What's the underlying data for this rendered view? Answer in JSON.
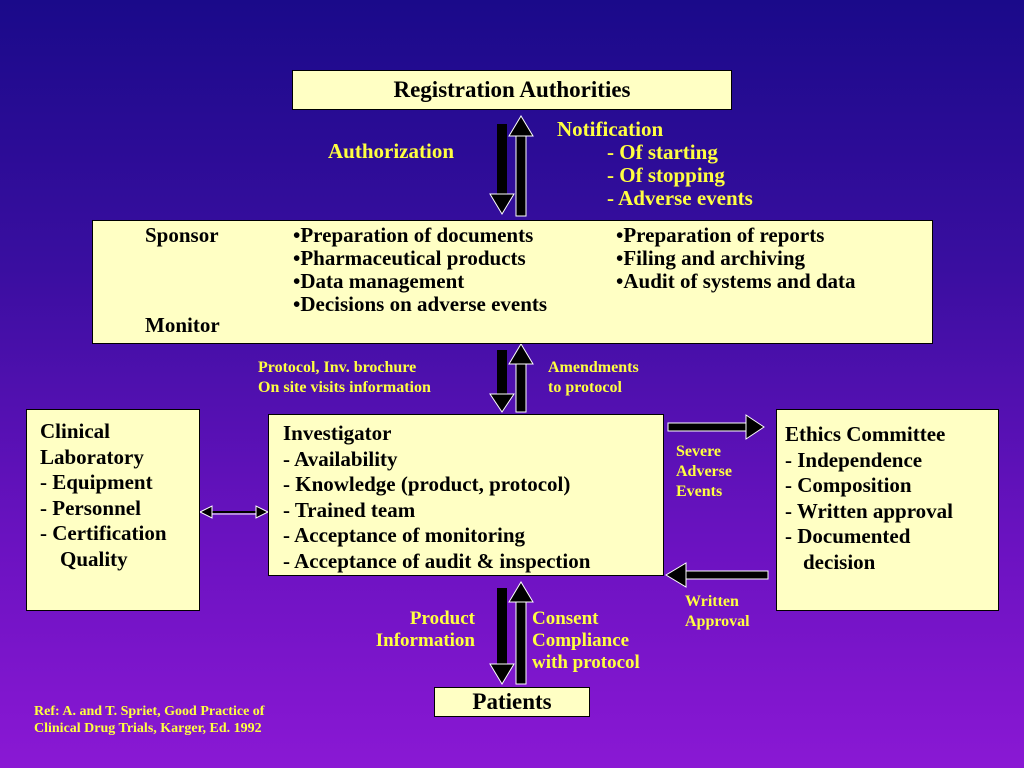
{
  "registration": {
    "title": "Registration Authorities"
  },
  "authorization": "Authorization",
  "notification": {
    "title": "Notification",
    "items": [
      "-  Of starting",
      "-  Of stopping",
      "-  Adverse events"
    ]
  },
  "sponsor_box": {
    "sponsor": "Sponsor",
    "monitor": "Monitor",
    "col1": [
      "•Preparation of documents",
      "•Pharmaceutical products",
      "•Data management",
      "•Decisions on adverse events"
    ],
    "col2": [
      "•Preparation of reports",
      "•Filing and archiving",
      "•Audit of systems and data"
    ]
  },
  "protocol_info": [
    "Protocol,  Inv.  brochure",
    "On site visits information"
  ],
  "amendments": [
    "Amendments",
    "to protocol"
  ],
  "lab": {
    "lines": [
      "Clinical",
      "Laboratory",
      "-  Equipment",
      "-  Personnel",
      "-  Certification",
      "   Quality"
    ]
  },
  "investigator": {
    "lines": [
      "Investigator",
      "-  Availability",
      "-  Knowledge (product, protocol)",
      "-  Trained team",
      "-  Acceptance of monitoring",
      "-  Acceptance of audit & inspection"
    ]
  },
  "severe_events": [
    "Severe",
    "Adverse",
    "Events"
  ],
  "ethics": {
    "lines": [
      "Ethics Committee",
      "-  Independence",
      "-  Composition",
      "-  Written approval",
      "-  Documented",
      "   decision"
    ]
  },
  "written_approval": [
    "Written",
    "Approval"
  ],
  "product_info": [
    "Product",
    "Information"
  ],
  "consent": [
    "Consent",
    "Compliance",
    "with protocol"
  ],
  "patients": "Patients",
  "reference": [
    "Ref:  A. and T. Spriet, Good Practice of",
    "Clinical Drug Trials, Karger, Ed. 1992"
  ]
}
